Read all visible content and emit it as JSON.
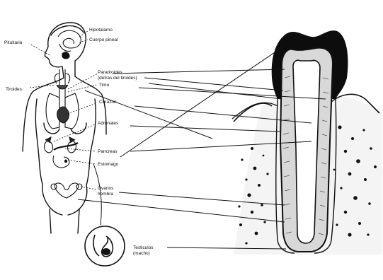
{
  "labels": {
    "pituitaria": "Pituitaria",
    "hipotalamo": "Hipotalamo",
    "cuerpo_pineal": "Cuerpo pineal",
    "tiroides": "Tiroides",
    "paratiroides_1": "Paratiroides",
    "paratiroides_2": "(detras del tiroides)",
    "timo": "Timo",
    "corazon": "Corazon",
    "adrenales": "Adrenales",
    "pancreas": "Pancreas",
    "estomago": "Estomago",
    "ovarios_1": "Ovarios",
    "ovarios_2": "hembra",
    "testiculos_1": "Testiculos",
    "testiculos_2": "(macho)"
  },
  "colors": {
    "ink": "#111111",
    "paper": "#ffffff",
    "tooth_band": "#d8d8d8"
  }
}
